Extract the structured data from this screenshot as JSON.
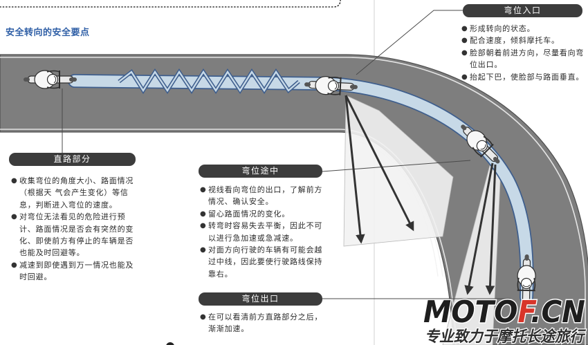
{
  "page": {
    "title": "安全转向的安全要点"
  },
  "bullet_glyph": "●",
  "sections": {
    "straight": {
      "label": "直路部分",
      "items": [
        "收集弯位的角度大小、路面情况（根据天 气会产生变化）等信息，判断进入弯位的速度。",
        "对弯位无法看见的危险进行预计、路面情况是否会有突然的变化、即使前方有停止的车辆是否也能及时回避等。",
        "减速到即使遇到万一情况也能及时回避。"
      ]
    },
    "mid_curve": {
      "label": "弯位途中",
      "items": [
        "视线看向弯位的出口，了解前方情况、确认安全。",
        "留心路面情况的变化。",
        "转弯时容易失去平衡，因此不可以进行急加速或急减速。",
        "对面方向行驶的车辆有可能会越过中线，因此要使行驶路线保持靠右。"
      ]
    },
    "curve_exit": {
      "label": "弯位出口",
      "items": [
        "在可以看清前方直路部分之后，渐渐加速。"
      ]
    },
    "curve_entry": {
      "label": "弯位入口",
      "items": [
        "形成转向的状态。",
        "配合速度，倾斜摩托车。",
        "脸部朝着前进方向，尽量看向弯位出口。",
        "抬起下巴，使脸部与路面垂直。"
      ]
    }
  },
  "watermark": {
    "logo_prefix": "MOTO",
    "logo_highlight": "F",
    "logo_suffix": ".CN",
    "slogan": "专业致力于摩托长途旅行"
  },
  "colors": {
    "title": "#2f5fa6",
    "label_bg": "#3c3c3c",
    "road": "#7e7e7e",
    "rider_path": "#c7d9e7",
    "rider_path_outline": "#3e5e8d",
    "logo_accent": "#d8352a"
  }
}
